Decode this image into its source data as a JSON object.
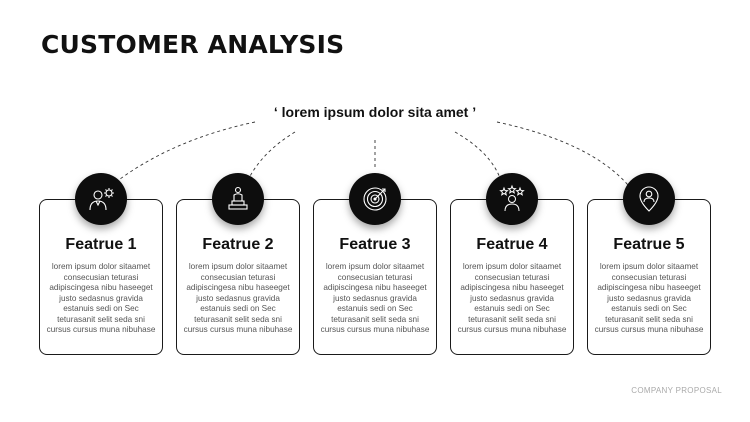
{
  "page": {
    "title": "CUSTOMER ANALYSIS",
    "subtitle": "‘ lorem ipsum dolor sita amet ’",
    "footer": "COMPANY PROPOSAL"
  },
  "features": [
    {
      "title": "Featrue 1",
      "icon": "person-gear-icon",
      "desc": "lorem ipsum dolor sitaamet consecusian teturasi adipiscingesa nibu haseeget justo sedasnus gravida estanuis sedi on Sec teturasanit selit seda sni cursus cursus muna nibuhase"
    },
    {
      "title": "Featrue 2",
      "icon": "person-podium-icon",
      "desc": "lorem ipsum dolor sitaamet consecusian teturasi adipiscingesa nibu haseeget justo sedasnus gravida estanuis sedi on Sec teturasanit selit seda sni cursus cursus muna nibuhase"
    },
    {
      "title": "Featrue 3",
      "icon": "target-icon",
      "desc": "lorem ipsum dolor sitaamet consecusian teturasi adipiscingesa nibu haseeget justo sedasnus gravida estanuis sedi on Sec teturasanit selit seda sni cursus cursus muna nibuhase"
    },
    {
      "title": "Featrue 4",
      "icon": "person-stars-icon",
      "desc": "lorem ipsum dolor sitaamet consecusian teturasi adipiscingesa nibu haseeget justo sedasnus gravida estanuis sedi on Sec teturasanit selit seda sni cursus cursus muna nibuhase"
    },
    {
      "title": "Featrue 5",
      "icon": "person-location-icon",
      "desc": "lorem ipsum dolor sitaamet consecusian teturasi adipiscingesa nibu haseeget justo sedasnus gravida estanuis sedi on Sec teturasanit selit seda sni cursus cursus muna nibuhase"
    }
  ],
  "colors": {
    "text": "#111111",
    "icon_bg": "#0d0d0d",
    "icon_fg": "#ffffff",
    "footer": "#aaaaaa"
  }
}
